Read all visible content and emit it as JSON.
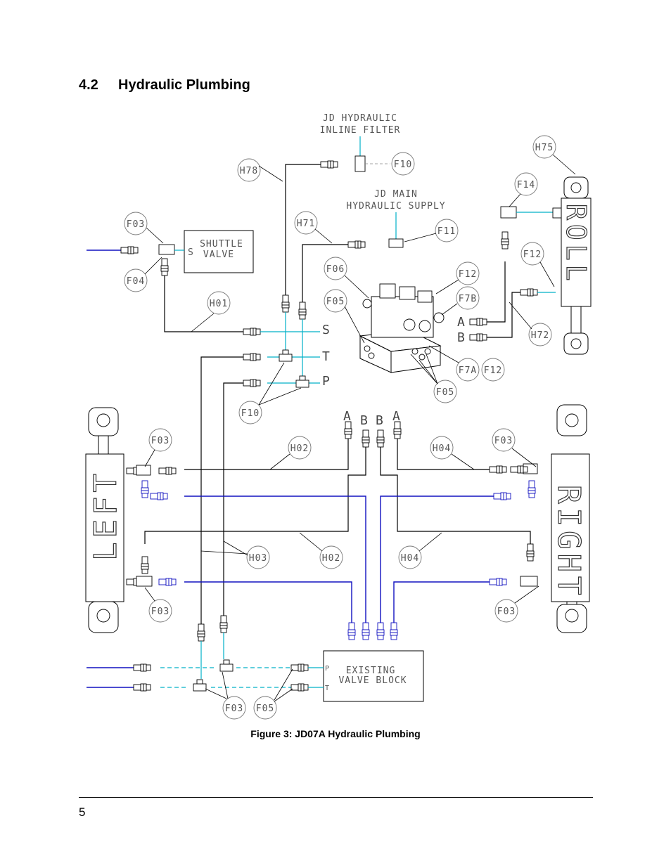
{
  "section": {
    "number": "4.2",
    "title": "Hydraulic Plumbing"
  },
  "diagram": {
    "notes": {
      "filter_line1": "JD HYDRAULIC",
      "filter_line2": "INLINE FILTER",
      "supply_line1": "JD MAIN",
      "supply_line2": "HYDRAULIC SUPPLY"
    },
    "shuttle_valve": {
      "line1": "SHUTTLE",
      "line2": "VALVE",
      "port": "S"
    },
    "valve_block": {
      "line1": "EXISTING",
      "line2": "VALVE BLOCK",
      "port_p": "P",
      "port_t": "T"
    },
    "cylinders": {
      "roll": "ROLL",
      "left": "LEFT",
      "right": "RIGHT"
    },
    "ports": {
      "s": "S",
      "t": "T",
      "p": "P",
      "a": "A",
      "b": "B"
    },
    "callouts": {
      "h78": "H78",
      "f10_top": "F10",
      "h75": "H75",
      "f14": "F14",
      "f03_top": "F03",
      "h71": "H71",
      "f11": "F11",
      "f12_roll": "F12",
      "f04": "F04",
      "f06": "F06",
      "f12_mid": "F12",
      "f05_mid": "F05",
      "f7b": "F7B",
      "h01": "H01",
      "h72": "H72",
      "f7a": "F7A",
      "f12_low": "F12",
      "f05_low": "F05",
      "f10_low": "F10",
      "f03_left_top": "F03",
      "h02_top": "H02",
      "h04_top": "H04",
      "f03_right_top": "F03",
      "h03": "H03",
      "h02_bot": "H02",
      "h04_bot": "H04",
      "f03_left_bot": "F03",
      "f03_right_bot": "F03",
      "f03_bottom": "F03",
      "f05_bottom": "F05"
    },
    "column_ports": [
      "A",
      "B",
      "B",
      "A"
    ]
  },
  "caption": "Figure 3: JD07A Hydraulic Plumbing",
  "page_number": "5"
}
